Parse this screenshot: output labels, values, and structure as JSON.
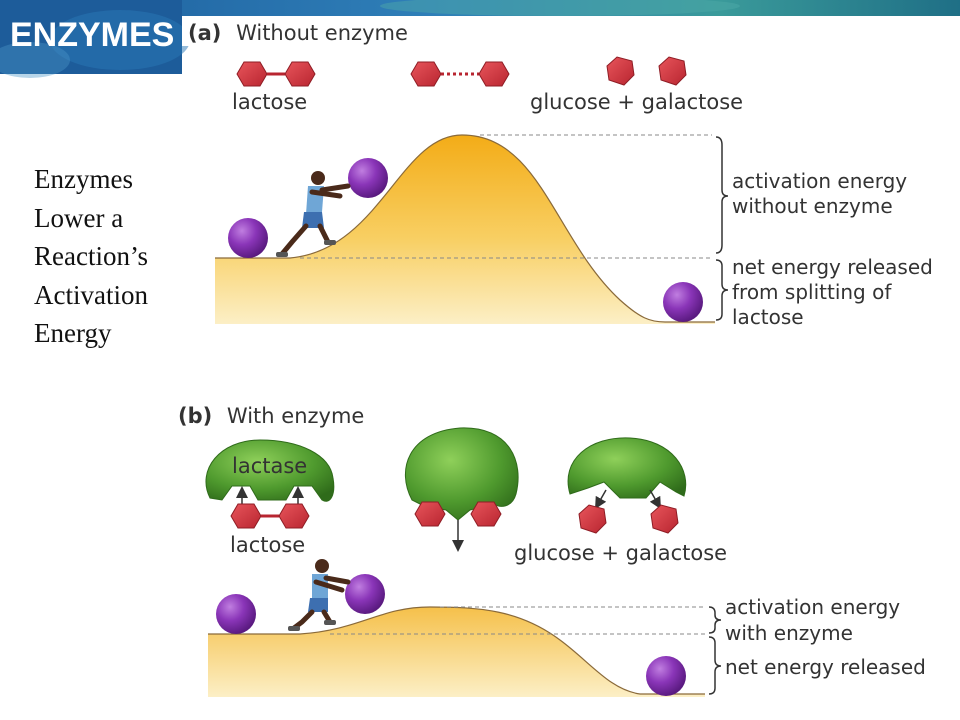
{
  "header": {
    "banner_title": "ENZYMES",
    "side_title_lines": [
      "Enzymes",
      "Lower a",
      "Reaction’s",
      "Activation",
      "Energy"
    ]
  },
  "panel_a": {
    "tag": "(a)",
    "heading": "Without enzyme",
    "reactant_label": "lactose",
    "product_label": "glucose + galactose",
    "bracket_top_lines": [
      "activation energy",
      "without enzyme"
    ],
    "bracket_bottom_lines": [
      "net energy released",
      "from splitting of",
      "lactose"
    ]
  },
  "panel_b": {
    "tag": "(b)",
    "heading": "With enzyme",
    "enzyme_label": "lactase",
    "reactant_label": "lactose",
    "product_label": "glucose + galactose",
    "bracket_top_lines": [
      "activation energy",
      "with enzyme"
    ],
    "bracket_bottom_lines": [
      "net energy released"
    ]
  },
  "colors": {
    "banner": "#1d5c9a",
    "hexagon": "#d0313a",
    "enzyme": "#4f9a2e",
    "ball": "#7d2aa8",
    "hill_top": "#f3b11f",
    "hill_bottom": "#fbe9b4",
    "dashed": "#888888"
  },
  "icons": [
    "runner-icon",
    "ball-icon",
    "hexagon-icon",
    "enzyme-blob-icon",
    "arrow-icon"
  ]
}
